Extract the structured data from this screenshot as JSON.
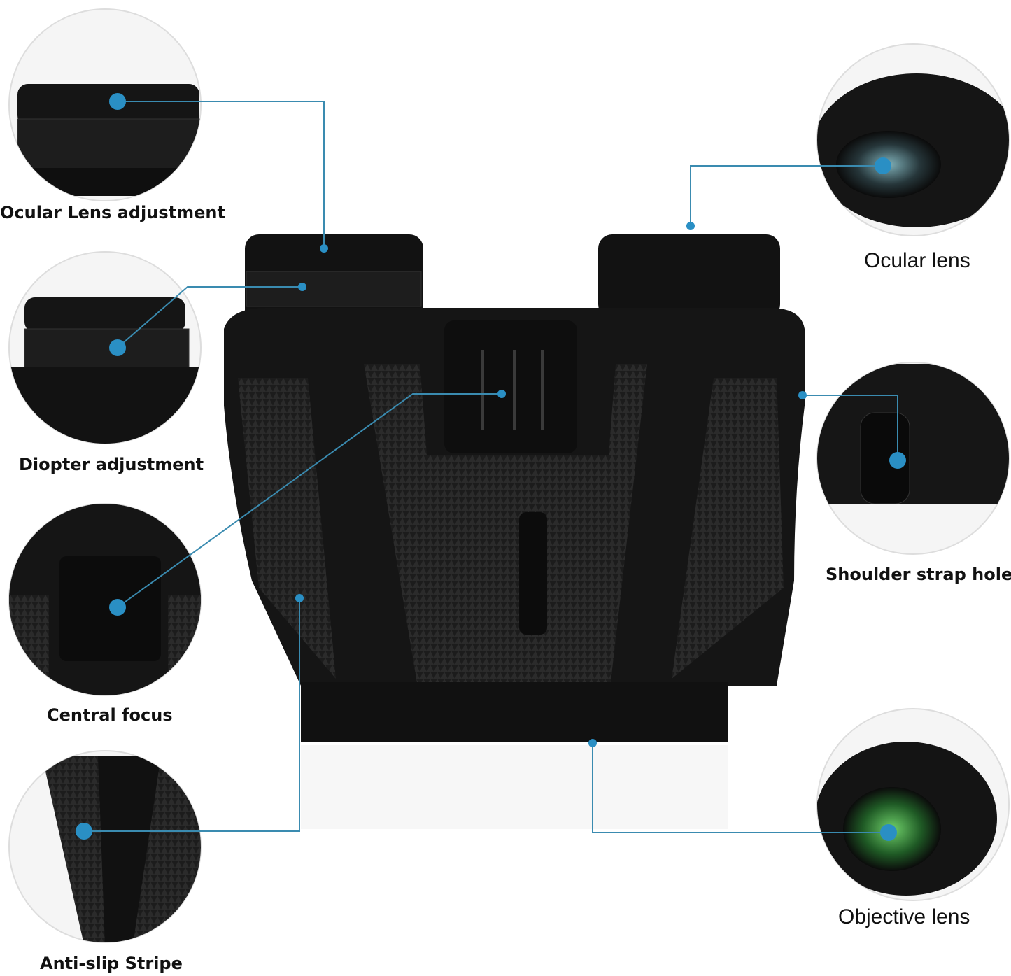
{
  "accent_color": "#2a8fc4",
  "line_color": "#3a8bb0",
  "product_body_color": "#141414",
  "callouts": [
    {
      "label": "Ocular Lens adjustment",
      "icon": "focus-ring-detail"
    },
    {
      "label": "Diopter adjustment",
      "icon": "diopter-ring-detail"
    },
    {
      "label": "Central focus",
      "icon": "central-focus-wheel-detail"
    },
    {
      "label": "Anti-slip Stripe",
      "icon": "grip-texture-detail"
    },
    {
      "label": "Ocular lens",
      "icon": "eyepiece-lens-detail"
    },
    {
      "label": "Shoulder strap hole",
      "icon": "strap-hole-detail"
    },
    {
      "label": "Objective lens",
      "icon": "objective-lens-detail"
    }
  ]
}
